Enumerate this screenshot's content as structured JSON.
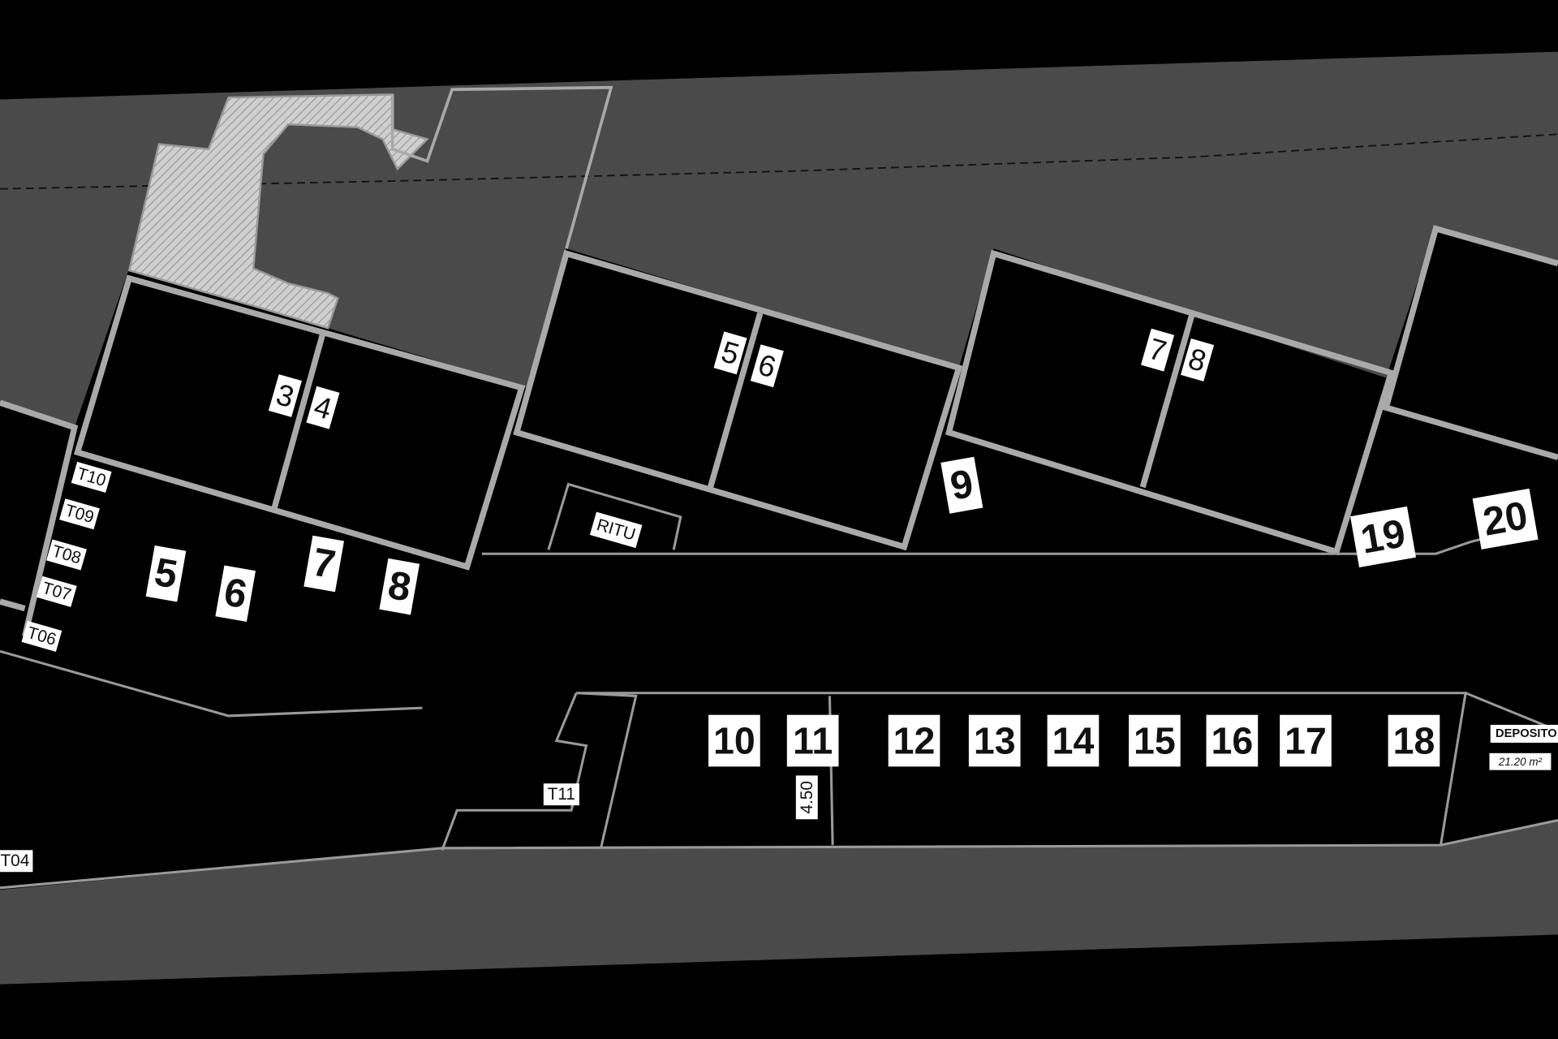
{
  "plan": {
    "colors": {
      "background": "#000000",
      "ground": "#4a4a4a",
      "wall": "#a9a9a9",
      "label_bg": "#ffffff"
    },
    "upper_units": [
      "3",
      "4",
      "5",
      "6",
      "7",
      "8"
    ],
    "parking_left": [
      "5",
      "6",
      "7",
      "8"
    ],
    "parking_right": [
      "9",
      "19",
      "20"
    ],
    "lower_row": [
      "10",
      "11",
      "12",
      "13",
      "14",
      "15",
      "16",
      "17",
      "18"
    ],
    "storage_tags": [
      "T10",
      "T09",
      "T08",
      "T07",
      "T06",
      "T04",
      "T11"
    ],
    "ritu": "RITU",
    "dimension": "4.50",
    "deposito": {
      "name": "DEPOSITO",
      "area": "21.20 m²"
    }
  }
}
